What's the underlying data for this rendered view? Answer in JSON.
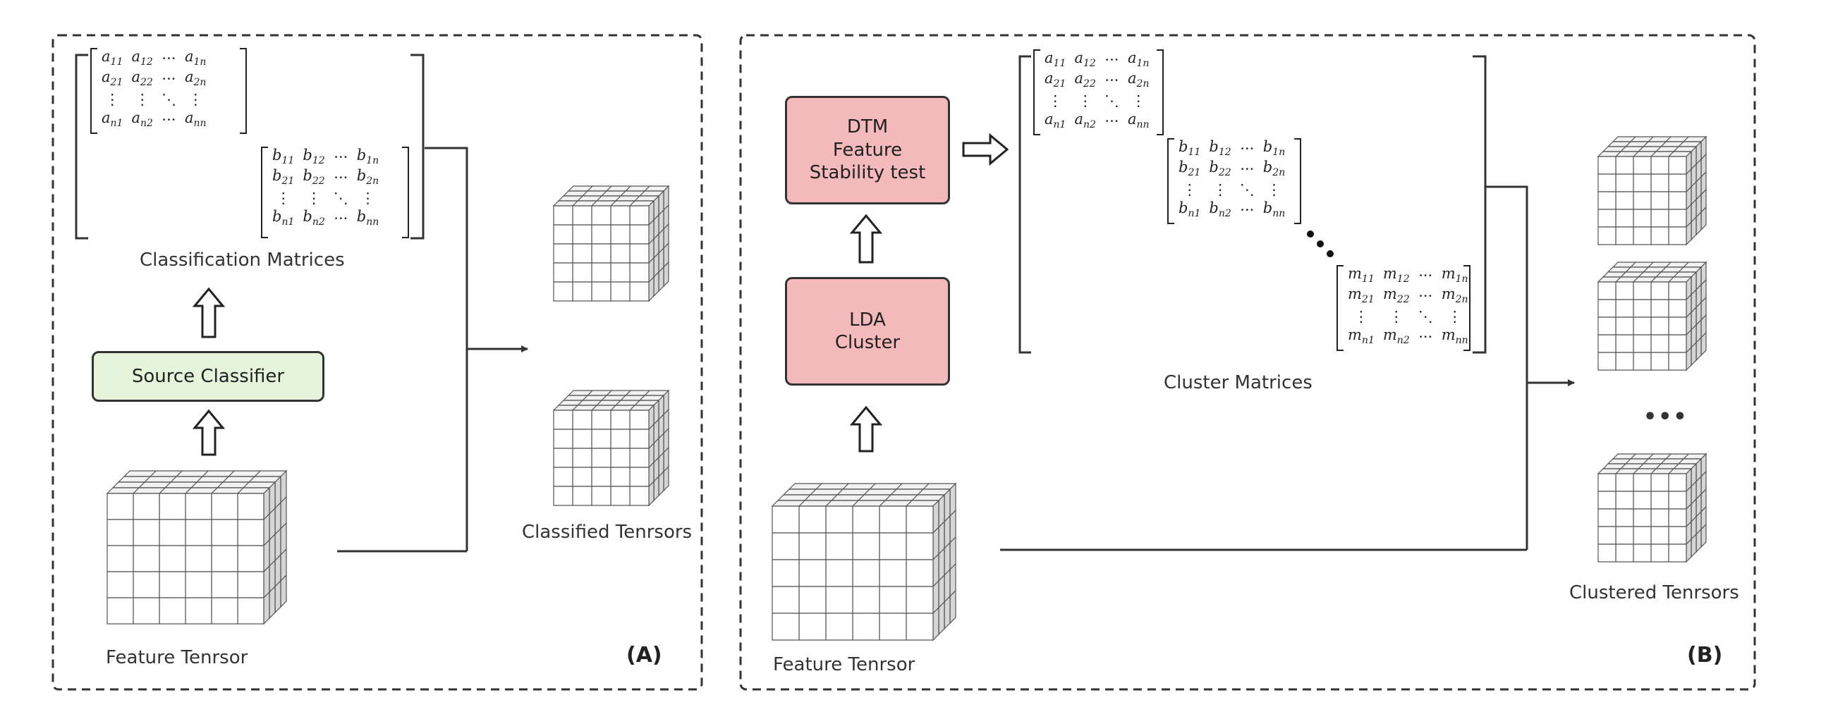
{
  "panel_a": {
    "tag": "(A)",
    "classification_matrices_label": "Classification Matrices",
    "source_classifier_label": "Source Classifier",
    "feature_tensor_label": "Feature Tenrsor",
    "classified_tensors_label": "Classified Tenrsors",
    "matrix_a": {
      "letter": "a",
      "rows": [
        [
          "11",
          "12",
          "···",
          "1n"
        ],
        [
          "21",
          "22",
          "···",
          "2n"
        ],
        [
          "⋮",
          "⋮",
          "⋱",
          "⋮"
        ],
        [
          "n1",
          "n2",
          "···",
          "nn"
        ]
      ]
    },
    "matrix_b": {
      "letter": "b",
      "rows": [
        [
          "11",
          "12",
          "···",
          "1n"
        ],
        [
          "21",
          "22",
          "···",
          "2n"
        ],
        [
          "⋮",
          "⋮",
          "⋱",
          "⋮"
        ],
        [
          "n1",
          "n2",
          "···",
          "nn"
        ]
      ]
    }
  },
  "panel_b": {
    "tag": "(B)",
    "dtm_box": "DTM\nFeature\nStability test",
    "lda_box": "LDA\nCluster",
    "cluster_matrices_label": "Cluster Matrices",
    "feature_tensor_label": "Feature Tenrsor",
    "clustered_tensors_label": "Clustered Tenrsors",
    "ellipsis": "•••",
    "matrix_a": {
      "letter": "a",
      "rows": [
        [
          "11",
          "12",
          "···",
          "1n"
        ],
        [
          "21",
          "22",
          "···",
          "2n"
        ],
        [
          "⋮",
          "⋮",
          "⋱",
          "⋮"
        ],
        [
          "n1",
          "n2",
          "···",
          "nn"
        ]
      ]
    },
    "matrix_b": {
      "letter": "b",
      "rows": [
        [
          "11",
          "12",
          "···",
          "1n"
        ],
        [
          "21",
          "22",
          "···",
          "2n"
        ],
        [
          "⋮",
          "⋮",
          "⋱",
          "⋮"
        ],
        [
          "n1",
          "n2",
          "···",
          "nn"
        ]
      ]
    },
    "matrix_m": {
      "letter": "m",
      "rows": [
        [
          "11",
          "12",
          "···",
          "1n"
        ],
        [
          "21",
          "22",
          "···",
          "2n"
        ],
        [
          "⋮",
          "⋮",
          "⋱",
          "⋮"
        ],
        [
          "n1",
          "n2",
          "···",
          "nn"
        ]
      ]
    }
  },
  "colors": {
    "green_box": "#e6f4dc",
    "pink_box": "#f3b9bb",
    "cube_front": "#ffffff",
    "cube_top": "#f2f2f2",
    "cube_side": "#d6d6d6",
    "line": "#333333"
  }
}
